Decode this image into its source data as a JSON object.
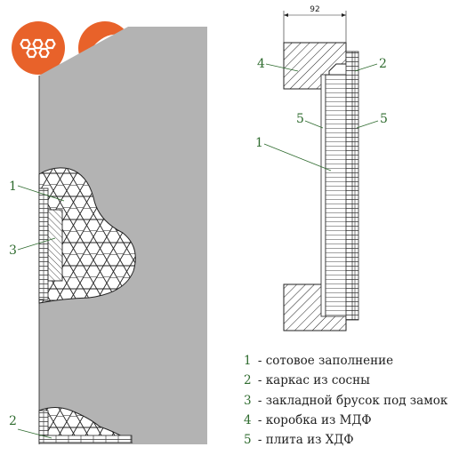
{
  "colors": {
    "badge": "#e8622a",
    "panel": "#b3b3b3",
    "callout": "#2e6b2e",
    "line": "#222222"
  },
  "icons": [
    "honeycomb-icon",
    "feather-icon"
  ],
  "dimension": {
    "width_label": "92"
  },
  "left_drawing": {
    "callouts": [
      {
        "number": "1"
      },
      {
        "number": "3"
      },
      {
        "number": "2"
      }
    ]
  },
  "section_drawing": {
    "callouts": [
      {
        "number": "4"
      },
      {
        "number": "2"
      },
      {
        "number": "5"
      },
      {
        "number": "5"
      },
      {
        "number": "1"
      }
    ]
  },
  "legend": [
    {
      "number": "1",
      "text": " - сотовое заполнение"
    },
    {
      "number": "2",
      "text": " - каркас из сосны"
    },
    {
      "number": "3",
      "text": " - закладной брусок под замок"
    },
    {
      "number": "4",
      "text": " - коробка из МДФ"
    },
    {
      "number": "5",
      "text": " - плита из ХДФ"
    }
  ]
}
